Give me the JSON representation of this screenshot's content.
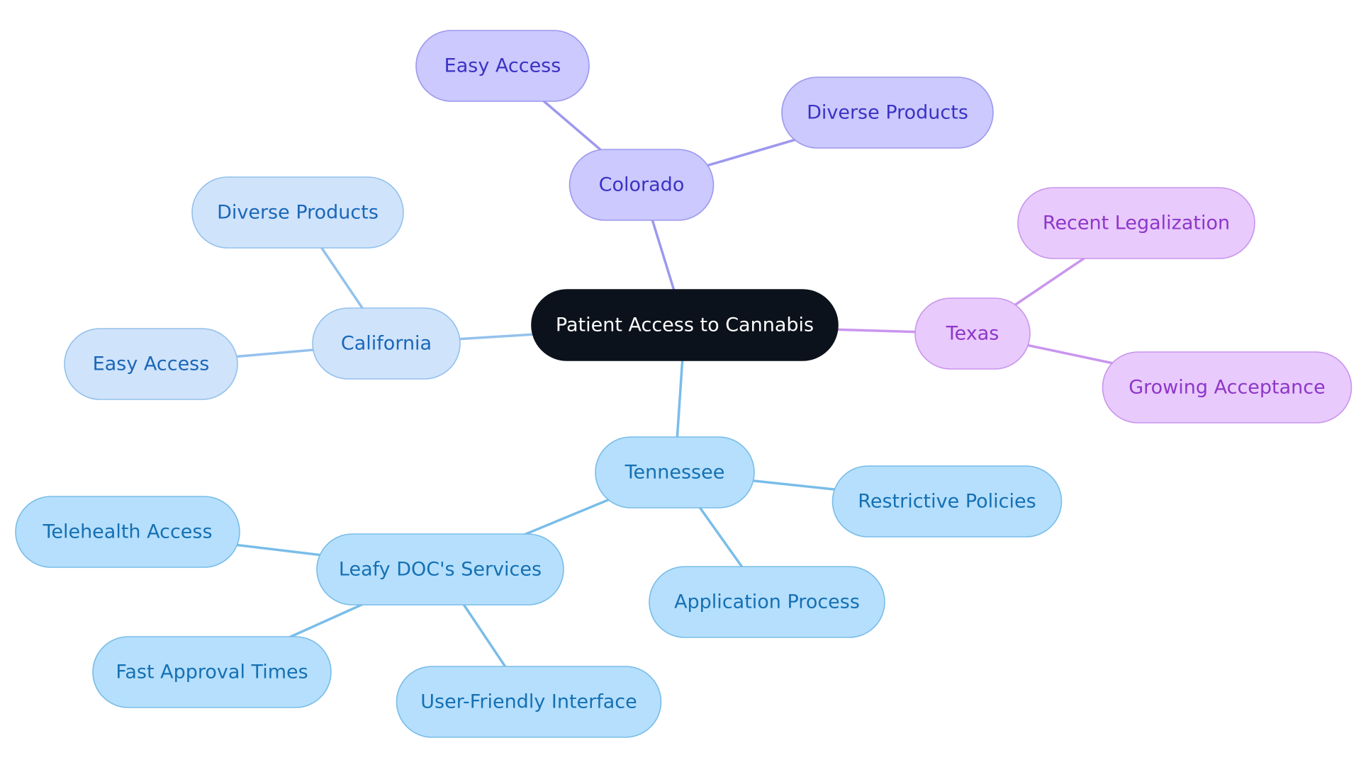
{
  "diagram": {
    "type": "mindmap",
    "root": {
      "id": "root",
      "label": "Patient Access to Cannabis",
      "fill": "#0c121b",
      "stroke": "#0c121b",
      "text_color": "#ffffff"
    },
    "groups": [
      {
        "id": "colorado",
        "palette": {
          "fill": "#cbc9fd",
          "stroke": "#9d98ee",
          "text": "#3b32c4",
          "edge": "#9d98ee"
        },
        "label": "Colorado",
        "children": [
          {
            "id": "colorado-easy-access",
            "label": "Easy Access"
          },
          {
            "id": "colorado-diverse-products",
            "label": "Diverse Products"
          }
        ]
      },
      {
        "id": "california",
        "palette": {
          "fill": "#cfe3fb",
          "stroke": "#94c1ec",
          "text": "#1a67b8",
          "edge": "#94c1ec"
        },
        "label": "California",
        "children": [
          {
            "id": "california-diverse-products",
            "label": "Diverse Products"
          },
          {
            "id": "california-easy-access",
            "label": "Easy Access"
          }
        ]
      },
      {
        "id": "texas",
        "palette": {
          "fill": "#e8cafc",
          "stroke": "#c995ee",
          "text": "#8e36c9",
          "edge": "#c995ee"
        },
        "label": "Texas",
        "children": [
          {
            "id": "texas-recent-legalization",
            "label": "Recent Legalization"
          },
          {
            "id": "texas-growing-acceptance",
            "label": "Growing Acceptance"
          }
        ]
      },
      {
        "id": "tennessee",
        "palette": {
          "fill": "#b5dffc",
          "stroke": "#79bde9",
          "text": "#1570b3",
          "edge": "#79bde9"
        },
        "label": "Tennessee",
        "children": [
          {
            "id": "tennessee-restrictive-policies",
            "label": "Restrictive Policies"
          },
          {
            "id": "tennessee-application-process",
            "label": "Application Process"
          },
          {
            "id": "leafy-doc-services",
            "label": "Leafy DOC's Services",
            "children": [
              {
                "id": "leafy-telehealth-access",
                "label": "Telehealth Access"
              },
              {
                "id": "leafy-fast-approval-times",
                "label": "Fast Approval Times"
              },
              {
                "id": "leafy-user-friendly-interface",
                "label": "User-Friendly Interface"
              }
            ]
          }
        ]
      }
    ]
  }
}
